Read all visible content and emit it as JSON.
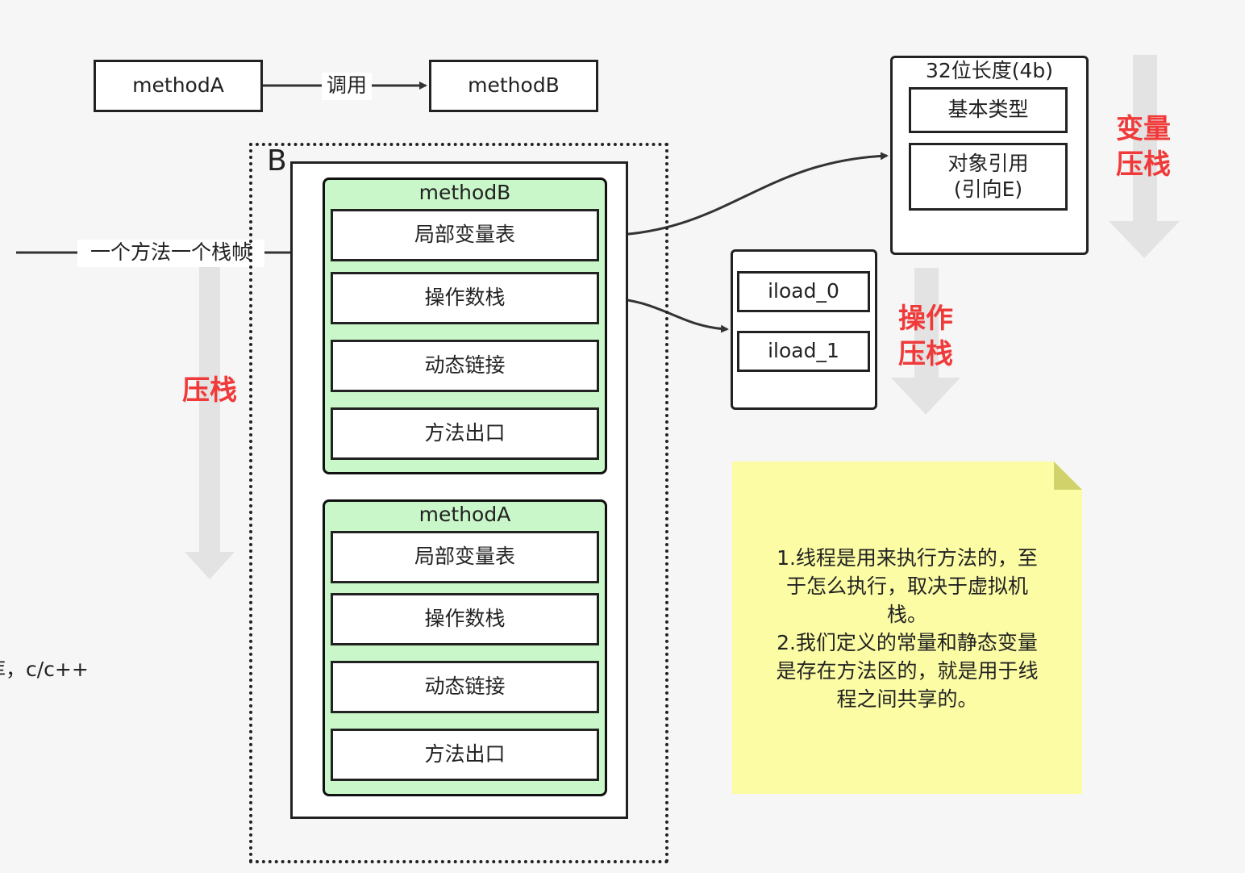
{
  "top": {
    "method_a": "methodA",
    "call_label": "调用",
    "method_b": "methodB"
  },
  "stack": {
    "letter": "B",
    "frame_b": {
      "title": "methodB",
      "items": [
        "局部变量表",
        "操作数栈",
        "动态链接",
        "方法出口"
      ]
    },
    "frame_a": {
      "title": "methodA",
      "items": [
        "局部变量表",
        "操作数栈",
        "动态链接",
        "方法出口"
      ]
    }
  },
  "left_arrow_label": "一个方法一个栈帧",
  "push_label": "压栈",
  "side_text": "库，c/c++",
  "var_box": {
    "title": "32位长度(4b)",
    "item1": "基本类型",
    "item2_line1": "对象引用",
    "item2_line2": "(引向E)"
  },
  "var_push_label": {
    "line1": "变量",
    "line2": "压栈"
  },
  "op_box": {
    "items": [
      "iload_0",
      "iload_1"
    ]
  },
  "op_push_label": {
    "line1": "操作",
    "line2": "压栈"
  },
  "note": {
    "line1": "1.线程是用来执行方法的，至",
    "line2": "于怎么执行，取决于虚拟机",
    "line3": "栈。",
    "line4": "2.我们定义的常量和静态变量",
    "line5": "是存在方法区的，就是用于线",
    "line6": "程之间共享的。"
  },
  "colors": {
    "red": "#f03a3a",
    "green": "#c9f7c9",
    "note": "#fbfca4",
    "note_fold": "#d1d36a",
    "grey_arrow": "#e3e3e3"
  }
}
